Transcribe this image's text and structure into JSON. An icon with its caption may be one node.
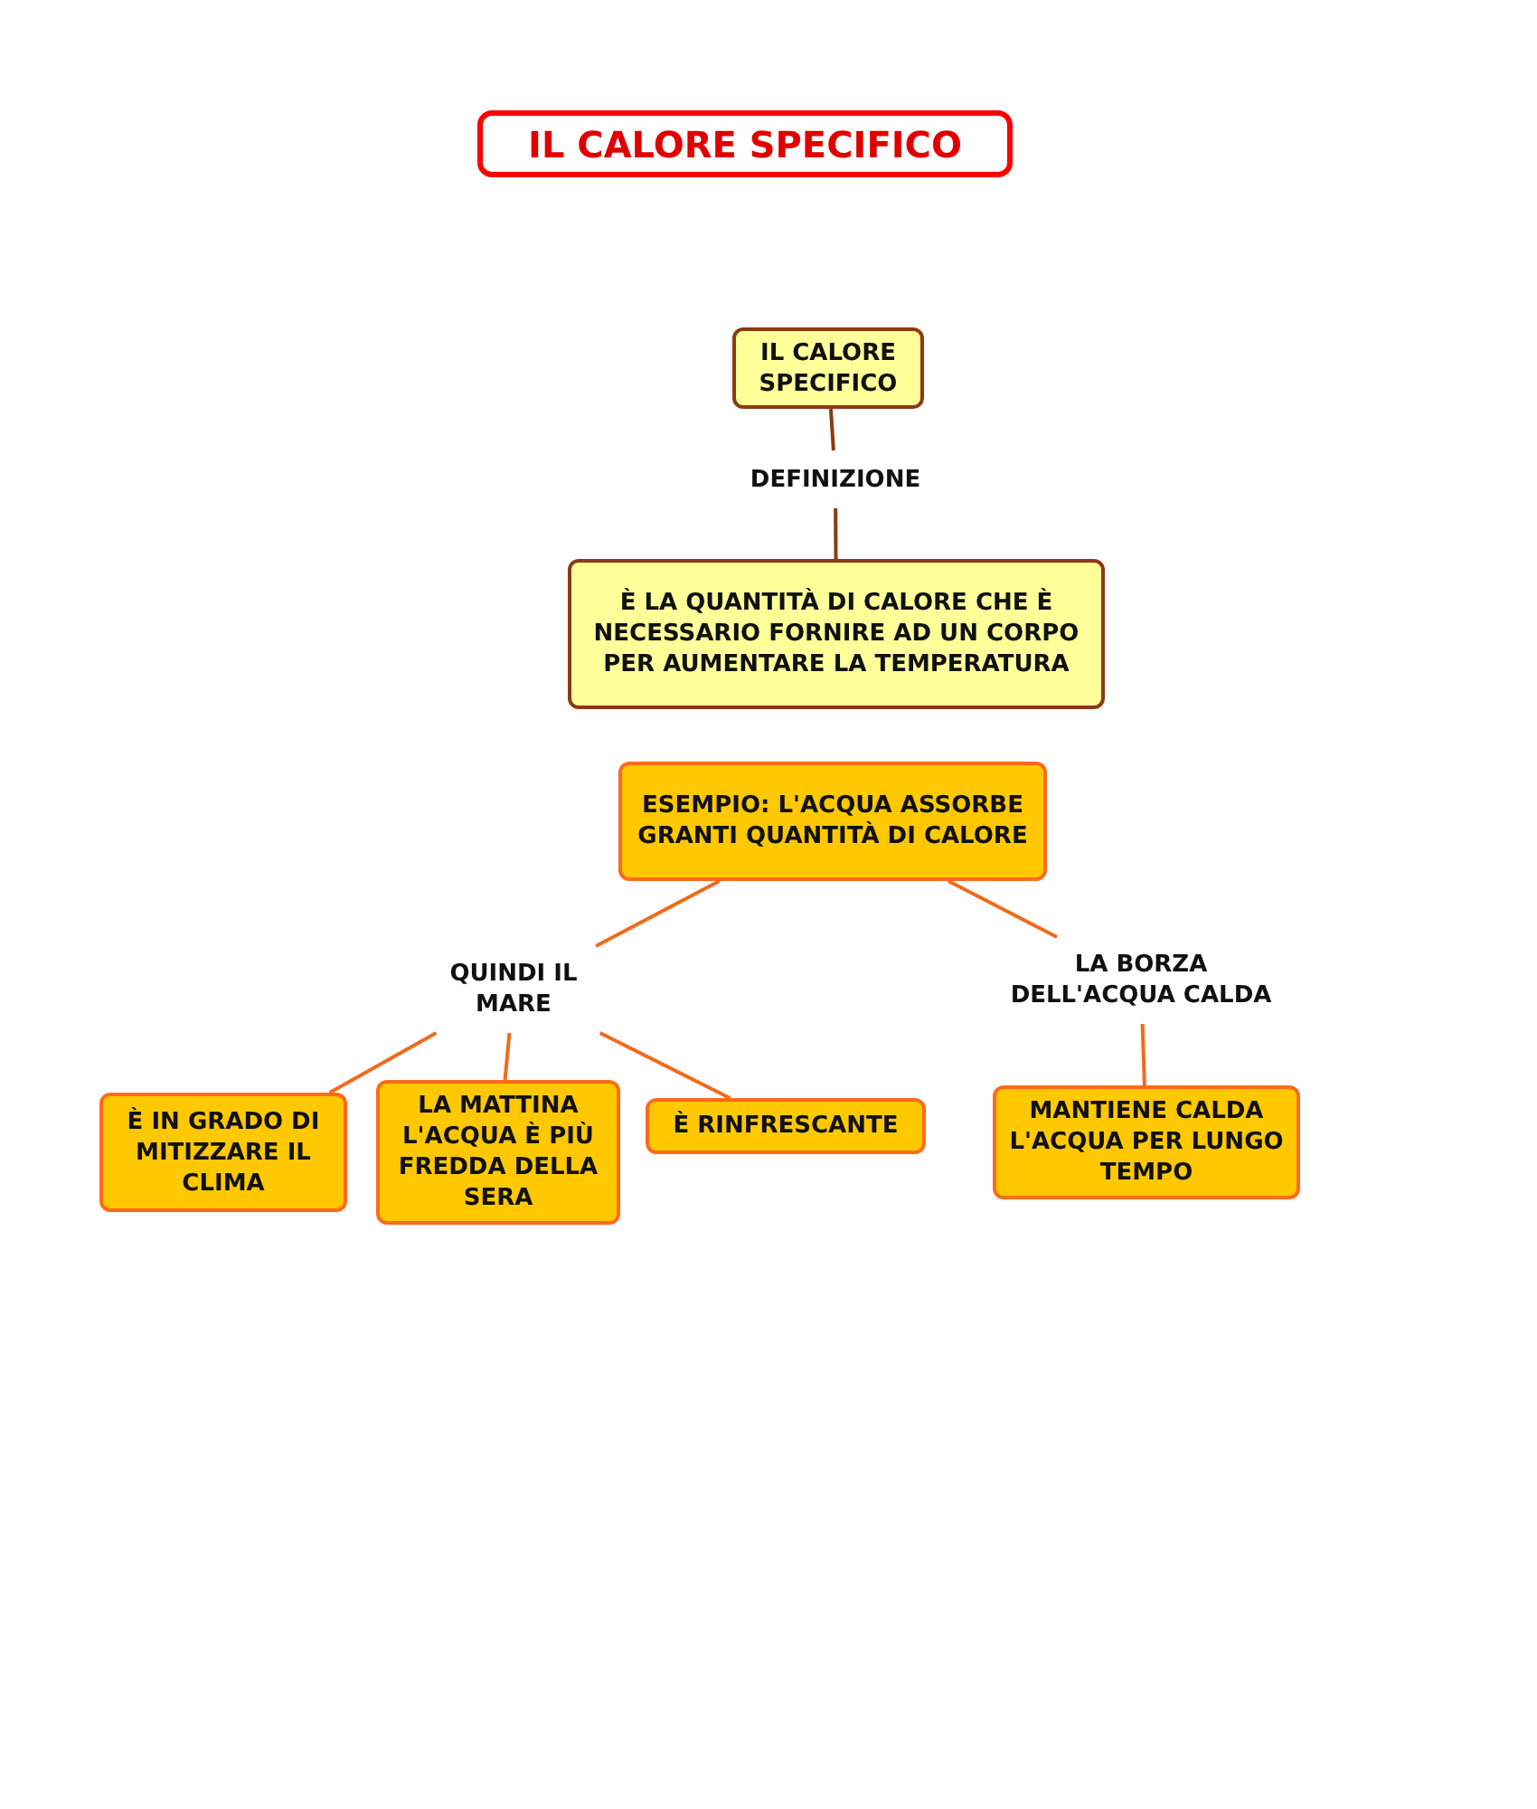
{
  "diagram": {
    "title": "IL CALORE SPECIFICO",
    "nodes": [
      {
        "text": [
          "IL CALORE SPECIFICO"
        ]
      },
      {
        "text": [
          "DEFINIZIONE"
        ]
      },
      {
        "text": [
          "È LA QUANTITÀ DI CALORE CHE È NECESSARIO FORNIRE AD UN CORPO PER AUMENTARE LA TEMPERATURA"
        ]
      },
      {
        "text": [
          "ESEMPIO: L'ACQUA ASSORBE GRANTI QUANTITÀ DI CALORE"
        ]
      },
      {
        "text": [
          "QUINDI IL MARE"
        ]
      },
      {
        "text": [
          "LA BORZA DELL'ACQUA CALDA"
        ]
      },
      {
        "text": [
          "È IN GRADO DI MITIZZARE IL CLIMA"
        ]
      },
      {
        "text": [
          "LA MATTINA L'ACQUA È PIÙ FREDDA DELLA SERA"
        ]
      },
      {
        "text": [
          "È RINFRESCANTE"
        ]
      },
      {
        "text": [
          "MANTIENE CALDA L'ACQUA PER LUNGO TEMPO"
        ]
      }
    ],
    "edges": [
      {
        "from": 0,
        "to": 1,
        "arrow": "none",
        "color": "#8b3a12"
      },
      {
        "from": 1,
        "to": 2,
        "arrow": "none",
        "color": "#8b3a12"
      },
      {
        "from": 3,
        "to": 4,
        "arrow": "none"
      },
      {
        "from": 3,
        "to": 5,
        "arrow": "none"
      },
      {
        "from": 4,
        "to": 6,
        "arrow": "none"
      },
      {
        "from": 4,
        "to": 7,
        "arrow": "none"
      },
      {
        "from": 4,
        "to": 8,
        "arrow": "none"
      },
      {
        "from": 5,
        "to": 9,
        "arrow": "none"
      }
    ]
  }
}
